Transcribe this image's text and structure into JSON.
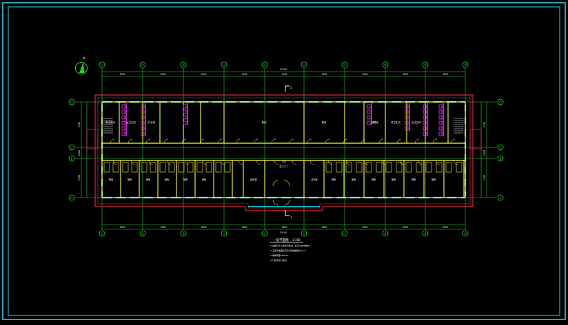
{
  "colors": {
    "background": "#000000",
    "frame": "#22d3e6",
    "grid": "#22dd22",
    "wall": "#ffff33",
    "window": "#00e5ff",
    "boundary": "#ff3344",
    "fixture": "#ff33ff",
    "text": "#ffffff"
  },
  "grid_labels": {
    "columns": [
      "①",
      "②",
      "③",
      "④",
      "⑤",
      "⑥",
      "⑦",
      "⑧",
      "⑨",
      "⑩"
    ],
    "rows": [
      "D",
      "C",
      "B",
      "A"
    ]
  },
  "dimensions": {
    "bay": "3900",
    "total": "35100",
    "depth_top": "5700",
    "depth_bottom": "5700",
    "corridor": "2400"
  },
  "rooms": {
    "upper": [
      "男卫生间",
      "女卫生间",
      "开水间",
      "",
      "教室",
      "教室",
      "",
      "储藏室",
      "男卫生间",
      "女卫生间"
    ],
    "lower": [
      "宿舍",
      "宿舍",
      "宿舍",
      "宿舍",
      "宿舍",
      "宿舍",
      "值班室",
      "门厅",
      "活动室",
      "宿舍",
      "宿舍",
      "宿舍",
      "宿舍",
      "宿舍",
      "宿舍"
    ]
  },
  "labels": {
    "entrance": "主入口",
    "section_top": "1",
    "section_bottom": "1",
    "plan_title": "一层平面图",
    "plan_scale": "1:100",
    "notes": [
      "1.本图尺寸以毫米为单位，标高以米为单位",
      "2.卫生间地面标高比同层楼面低20mm",
      "3.墙体厚度240mm",
      "4.门窗详见门窗表"
    ]
  }
}
